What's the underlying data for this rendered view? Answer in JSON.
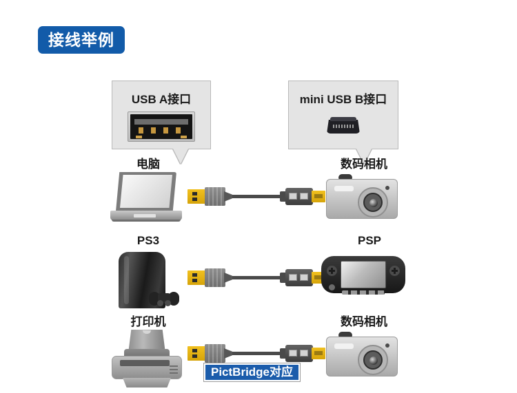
{
  "page": {
    "title_badge": "接线举例",
    "background_color": "#ffffff",
    "accent_color": "#125ba9"
  },
  "callouts": [
    {
      "id": "usb-a",
      "label": "USB A接口",
      "connector_icon": "usb-a-female-port-icon",
      "points_to": "电脑"
    },
    {
      "id": "mini-usb-b",
      "label": "mini USB B接口",
      "connector_icon": "mini-usb-b-port-icon",
      "points_to": "数码相机"
    }
  ],
  "rows": [
    {
      "id": "row-laptop-camera",
      "left_label": "电脑",
      "left_icon": "laptop-icon",
      "right_label": "数码相机",
      "right_icon": "compact-camera-icon",
      "cable_icon": "usb-a-to-mini-usb-cable-icon",
      "badge": null
    },
    {
      "id": "row-ps3-psp",
      "left_label": "PS3",
      "left_icon": "ps3-console-icon",
      "right_label": "PSP",
      "right_icon": "psp-handheld-icon",
      "cable_icon": "usb-a-to-mini-usb-cable-icon",
      "badge": null
    },
    {
      "id": "row-printer-camera",
      "left_label": "打印机",
      "left_icon": "inkjet-printer-icon",
      "right_label": "数码相机",
      "right_icon": "compact-camera-icon",
      "cable_icon": "usb-a-to-mini-usb-cable-icon",
      "badge": "PictBridge对应"
    }
  ],
  "badge_colors": {
    "pictbridge_background": "#1b5cab",
    "pictbridge_text": "#ffffff"
  }
}
